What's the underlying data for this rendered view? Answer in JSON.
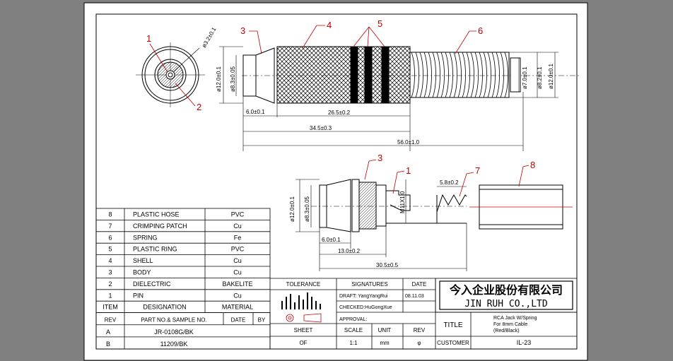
{
  "company": {
    "name_cn": "今入企业股份有限公司",
    "name_en": "JIN RUH CO.,LTD"
  },
  "title_block": {
    "title_label": "TITLE",
    "title_lines": [
      "RCA Jack W/Spring",
      "For 8mm Cable",
      "(Red/Black)"
    ],
    "customer_label": "CUSTOMER",
    "customer_value": "IL-23",
    "tolerance_label": "TOLERANCE",
    "signatures_label": "SIGNATURES",
    "date_label": "DATE",
    "draft": "DRAFT: YangYangRui",
    "checked": "CHECKED:HuGongXue",
    "approval": "APPROVAL:",
    "date_value": "08.11.03",
    "sheet_label": "SHEET",
    "sheet_value": "OF",
    "scale_label": "SCALE",
    "scale_value": "1:1",
    "unit_label": "UNIT",
    "unit_value": "mm",
    "rev_label": "REV",
    "rev_value": "φ"
  },
  "bom": {
    "headers": [
      "ITEM",
      "DESIGNATION",
      "MATERIAL"
    ],
    "rows": [
      [
        "8",
        "PLASTIC HOSE",
        "PVC"
      ],
      [
        "7",
        "CRIMPING PATCH",
        "Cu"
      ],
      [
        "6",
        "SPRING",
        "Fe"
      ],
      [
        "5",
        "PLASTIC RING",
        "PVC"
      ],
      [
        "4",
        "SHELL",
        "Cu"
      ],
      [
        "3",
        "BODY",
        "Cu"
      ],
      [
        "2",
        "DIELECTRIC",
        "BAKELITE"
      ],
      [
        "1",
        "PIN",
        "Cu"
      ]
    ]
  },
  "revision": {
    "headers": [
      "REV",
      "PART NO.& SAMPLE NO.",
      "DATE",
      "BY"
    ],
    "rows": [
      [
        "A",
        "JR-0108G/BK"
      ],
      [
        "B",
        "11209/BK"
      ]
    ]
  },
  "balloons": {
    "top": [
      "1",
      "2",
      "3",
      "4",
      "5",
      "6"
    ],
    "bottom": [
      "3",
      "1",
      "7",
      "8"
    ]
  },
  "dims": {
    "pin_dia": "ø3.2±0.1",
    "d12_top": "ø12.0±0.1",
    "d83_top": "ø8.3±0.05",
    "d7": "ø7.0±0.1",
    "d82": "ø8.2±0.1",
    "d12_right": "ø12.0±0.1",
    "len6": "6.0±0.1",
    "len265": "26.5±0.2",
    "len345": "34.5±0.3",
    "len56": "56.0±1.0",
    "d12_bot": "ø12.0±0.1",
    "d83_bot": "ø8.3±0.05",
    "m11": "M11X1.0",
    "len6_bot": "6.0±0.1",
    "len13": "13.0±0.2",
    "len305": "30.5±0.5",
    "len58": "5.8±0.2"
  }
}
